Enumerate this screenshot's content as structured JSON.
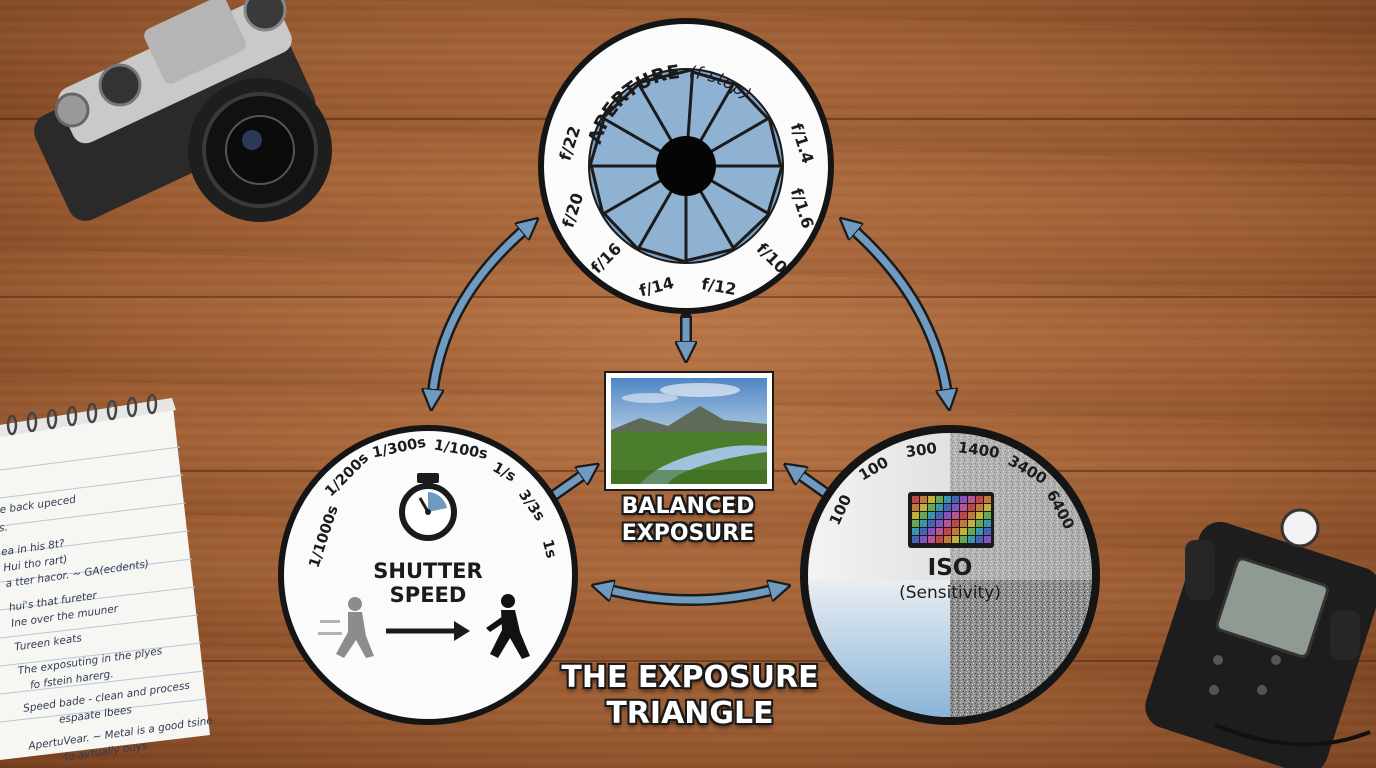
{
  "aperture": {
    "title": "APERTURE",
    "subtitle": "(f-stop)",
    "stops": [
      "f/22",
      "f/20",
      "f/16",
      "f/14",
      "f/12",
      "f/10",
      "f/1.6",
      "f/1.4"
    ]
  },
  "shutter": {
    "title_line1": "SHUTTER",
    "title_line2": "SPEED",
    "speeds": [
      "1/1000s",
      "1/200s",
      "1/300s",
      "1/100s",
      "1/s",
      "3/3s",
      "1s"
    ]
  },
  "iso": {
    "title": "ISO",
    "subtitle": "(Sensitivity)",
    "values": [
      "100",
      "100",
      "300",
      "1400",
      "3400",
      "6400"
    ]
  },
  "center": {
    "line1": "BALANCED",
    "line2": "EXPOSURE"
  },
  "diagram_title": {
    "line1": "THE EXPOSURE",
    "line2": "TRIANGLE"
  },
  "notebook": {
    "lines": [
      "sure back upeced",
      "ens.",
      "ea in his 8t?",
      "Hui tho rart)",
      "a tter hacor. ~ GA(ecdents)",
      "hui's that fureter",
      "Ine over the muuner",
      "Tureen keats",
      "The exposuting in the plyes",
      "fo fstein harerg.",
      "Speed bade - clean and process",
      "espaate lbees",
      "ApertuVear. ~ Metal is a good tsine",
      "to avtually ouys"
    ]
  },
  "colors": {
    "accent": "#6f9bc0",
    "wood": "#9a5a30",
    "ink": "#1b1b1b"
  }
}
